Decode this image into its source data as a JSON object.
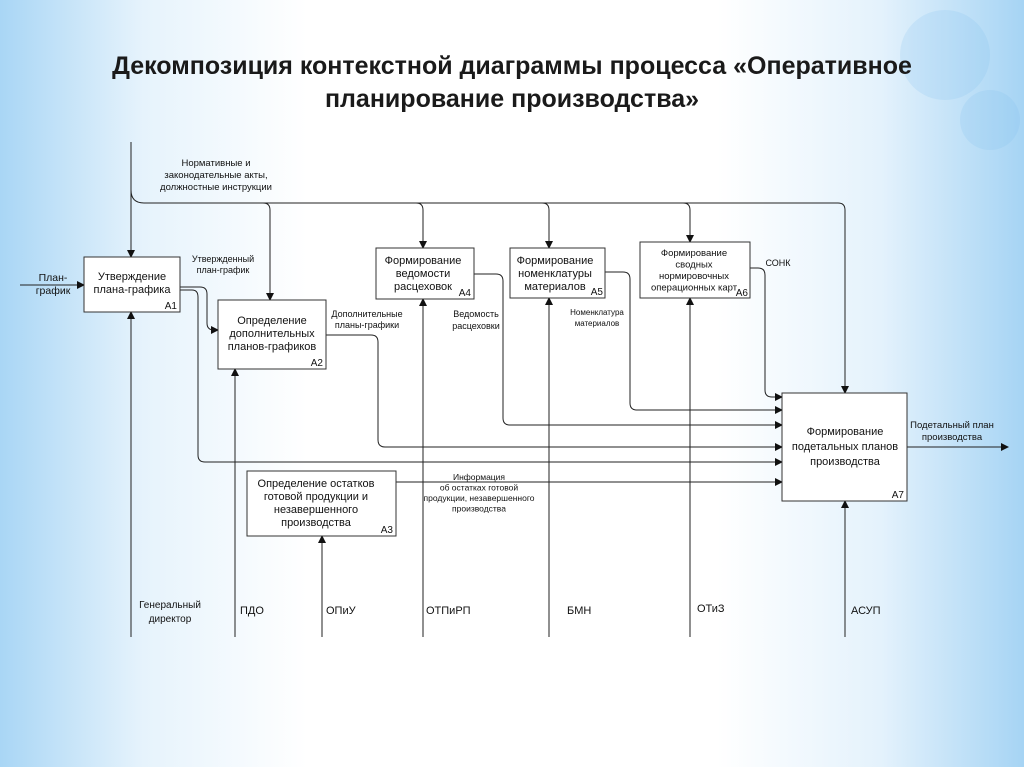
{
  "title": [
    "Декомпозиция контекстной диаграммы процесса «Оперативное",
    "планирование производства»"
  ],
  "blocks": [
    {
      "id": "A1",
      "lines": [
        "Утверждение",
        "плана-графика"
      ]
    },
    {
      "id": "A2",
      "lines": [
        "Определение",
        "дополнительных",
        "планов-графиков"
      ]
    },
    {
      "id": "A3",
      "lines": [
        "Определение остатков",
        "готовой продукции и",
        "незавершенного",
        "производства"
      ]
    },
    {
      "id": "A4",
      "lines": [
        "Формирование",
        "ведомости",
        "расцеховок"
      ]
    },
    {
      "id": "A5",
      "lines": [
        "Формирование",
        "номенклатуры",
        "материалов"
      ]
    },
    {
      "id": "A6",
      "lines": [
        "Формирование",
        "сводных",
        "нормировочных",
        "операционных карт"
      ]
    },
    {
      "id": "A7",
      "lines": [
        "Формирование",
        "подетальных планов",
        "производства"
      ]
    }
  ],
  "controls": {
    "lines": [
      "Нормативные и",
      "законодательные акты,",
      "должностные инструкции"
    ]
  },
  "inputs": {
    "plan": [
      "План-",
      "график"
    ]
  },
  "arrows": {
    "approved_plan": [
      "Утвержденный",
      "план-график"
    ],
    "additional_plans": [
      "Дополнительные",
      "планы-графики"
    ],
    "shop_sheet": [
      "Ведомость",
      "расцеховки"
    ],
    "materials": [
      "Номенклатура",
      "материалов"
    ],
    "sonk": "СОНК",
    "remains_info": [
      "Информация",
      "об остатках готовой",
      "продукции, незавершенного",
      "производства"
    ],
    "output": [
      "Подетальный план",
      "производства"
    ]
  },
  "mechanisms": [
    "Генеральный директор",
    "ПДО",
    "ОПиУ",
    "ОТПиРП",
    "БМН",
    "ОТиЗ",
    "АСУП"
  ],
  "mechanism_first_lines": [
    "Генеральный",
    "директор"
  ]
}
